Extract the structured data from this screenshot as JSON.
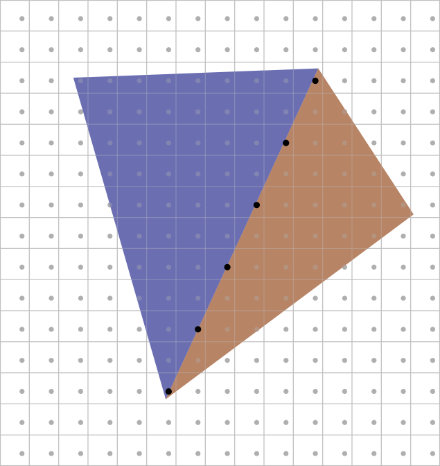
{
  "grid": {
    "columns": 15,
    "rows": 15,
    "line_color": "#c0c0c0",
    "dot_color": "#b0b0b0"
  },
  "shapes": [
    {
      "name": "blue-triangle",
      "color": "#6b6fb2",
      "vertices": [
        [
          2.5,
          2.5
        ],
        [
          10.85,
          2.2
        ],
        [
          5.65,
          12.85
        ]
      ]
    },
    {
      "name": "brown-triangle",
      "color": "#b78466",
      "vertices": [
        [
          10.85,
          2.2
        ],
        [
          14.1,
          6.9
        ],
        [
          5.65,
          12.85
        ]
      ]
    }
  ],
  "lattice_points": {
    "color": "#000000",
    "points": [
      [
        10.75,
        2.6
      ],
      [
        9.75,
        4.6
      ],
      [
        8.75,
        6.6
      ],
      [
        7.75,
        8.6
      ],
      [
        6.75,
        10.6
      ],
      [
        5.75,
        12.6
      ]
    ]
  }
}
